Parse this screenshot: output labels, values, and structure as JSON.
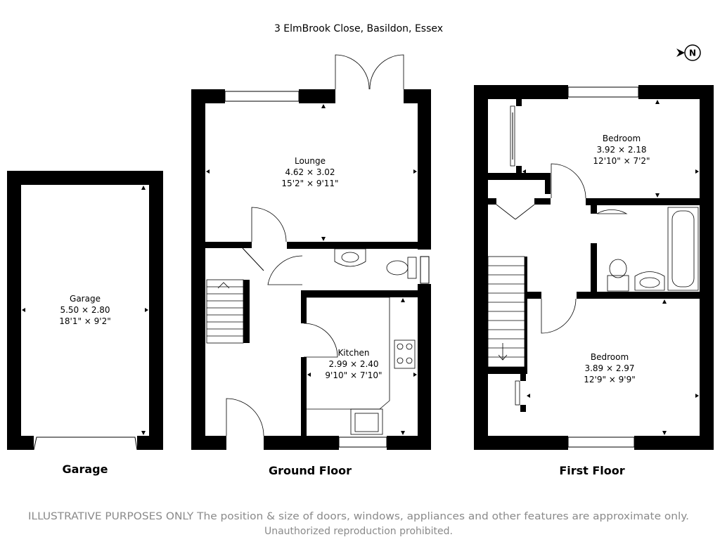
{
  "title": "3 ElmBrook Close, Basildon, Essex",
  "compass": {
    "letter": "N",
    "icon": "north-compass-icon"
  },
  "floors": {
    "garage": "Garage",
    "ground": "Ground Floor",
    "first": "First Floor"
  },
  "rooms": {
    "garage": {
      "name": "Garage",
      "metric": "5.50 × 2.80",
      "imperial": "18'1\" × 9'2\""
    },
    "lounge": {
      "name": "Lounge",
      "metric": "4.62 × 3.02",
      "imperial": "15'2\" × 9'11\""
    },
    "kitchen": {
      "name": "Kitchen",
      "metric": "2.99 × 2.40",
      "imperial": "9'10\" × 7'10\""
    },
    "bedroom1": {
      "name": "Bedroom",
      "metric": "3.92 × 2.18",
      "imperial": "12'10\" × 7'2\""
    },
    "bedroom2": {
      "name": "Bedroom",
      "metric": "3.89 × 2.97",
      "imperial": "12'9\" × 9'9\""
    }
  },
  "disclaimer": {
    "line1": "ILLUSTRATIVE PURPOSES ONLY  The position & size of doors, windows, appliances and other features are approximate only.",
    "line2": "Unauthorized reproduction prohibited."
  }
}
